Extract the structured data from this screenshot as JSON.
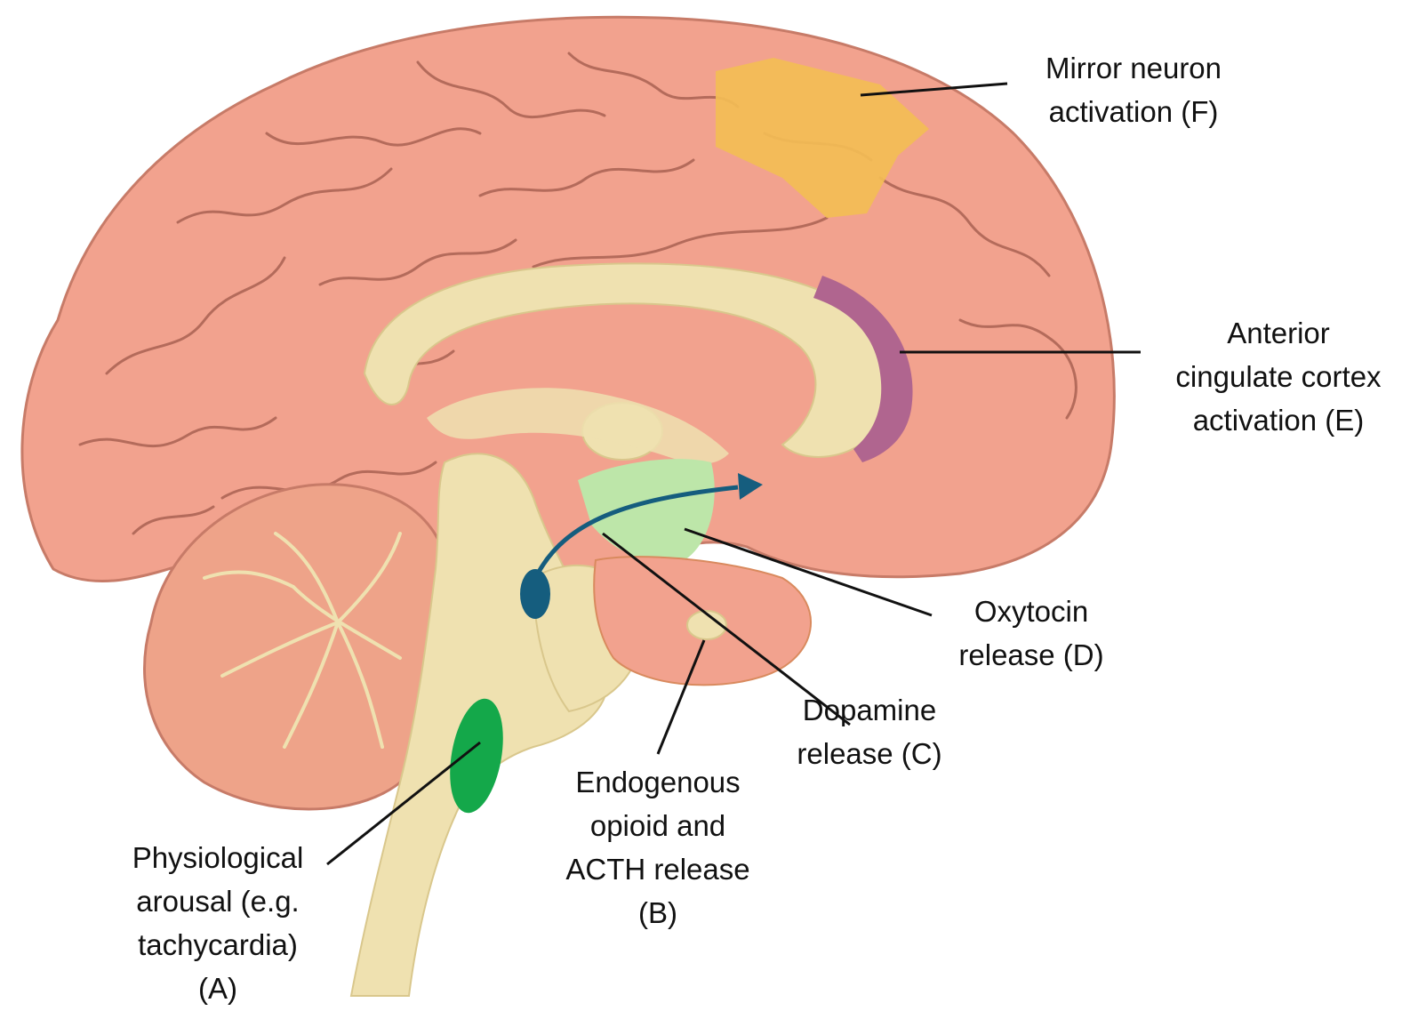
{
  "labels": {
    "mirror_neuron": [
      "Mirror neuron",
      "activation (F)"
    ],
    "acc": [
      "Anterior",
      "cingulate cortex",
      "activation (E)"
    ],
    "oxytocin": [
      "Oxytocin",
      "release (D)"
    ],
    "dopamine": [
      "Dopamine",
      "release (C)"
    ],
    "opioid": [
      "Endogenous",
      "opioid and",
      "ACTH release",
      "(B)"
    ],
    "arousal": [
      "Physiological",
      "arousal (e.g.",
      "tachycardia)",
      "(A)"
    ]
  },
  "colors": {
    "cortex": "#f2a28e",
    "sulci": "#b46b5b",
    "white_matter": "#efe1b0",
    "cerebellum": "#eea389",
    "mirror_region": "#f3bd55",
    "acc_region": "#b0658f",
    "hypothalamus": "#bde6a9",
    "vta": "#155d7e",
    "brainstem_nucleus": "#14a84a",
    "leader_line": "#111111"
  }
}
